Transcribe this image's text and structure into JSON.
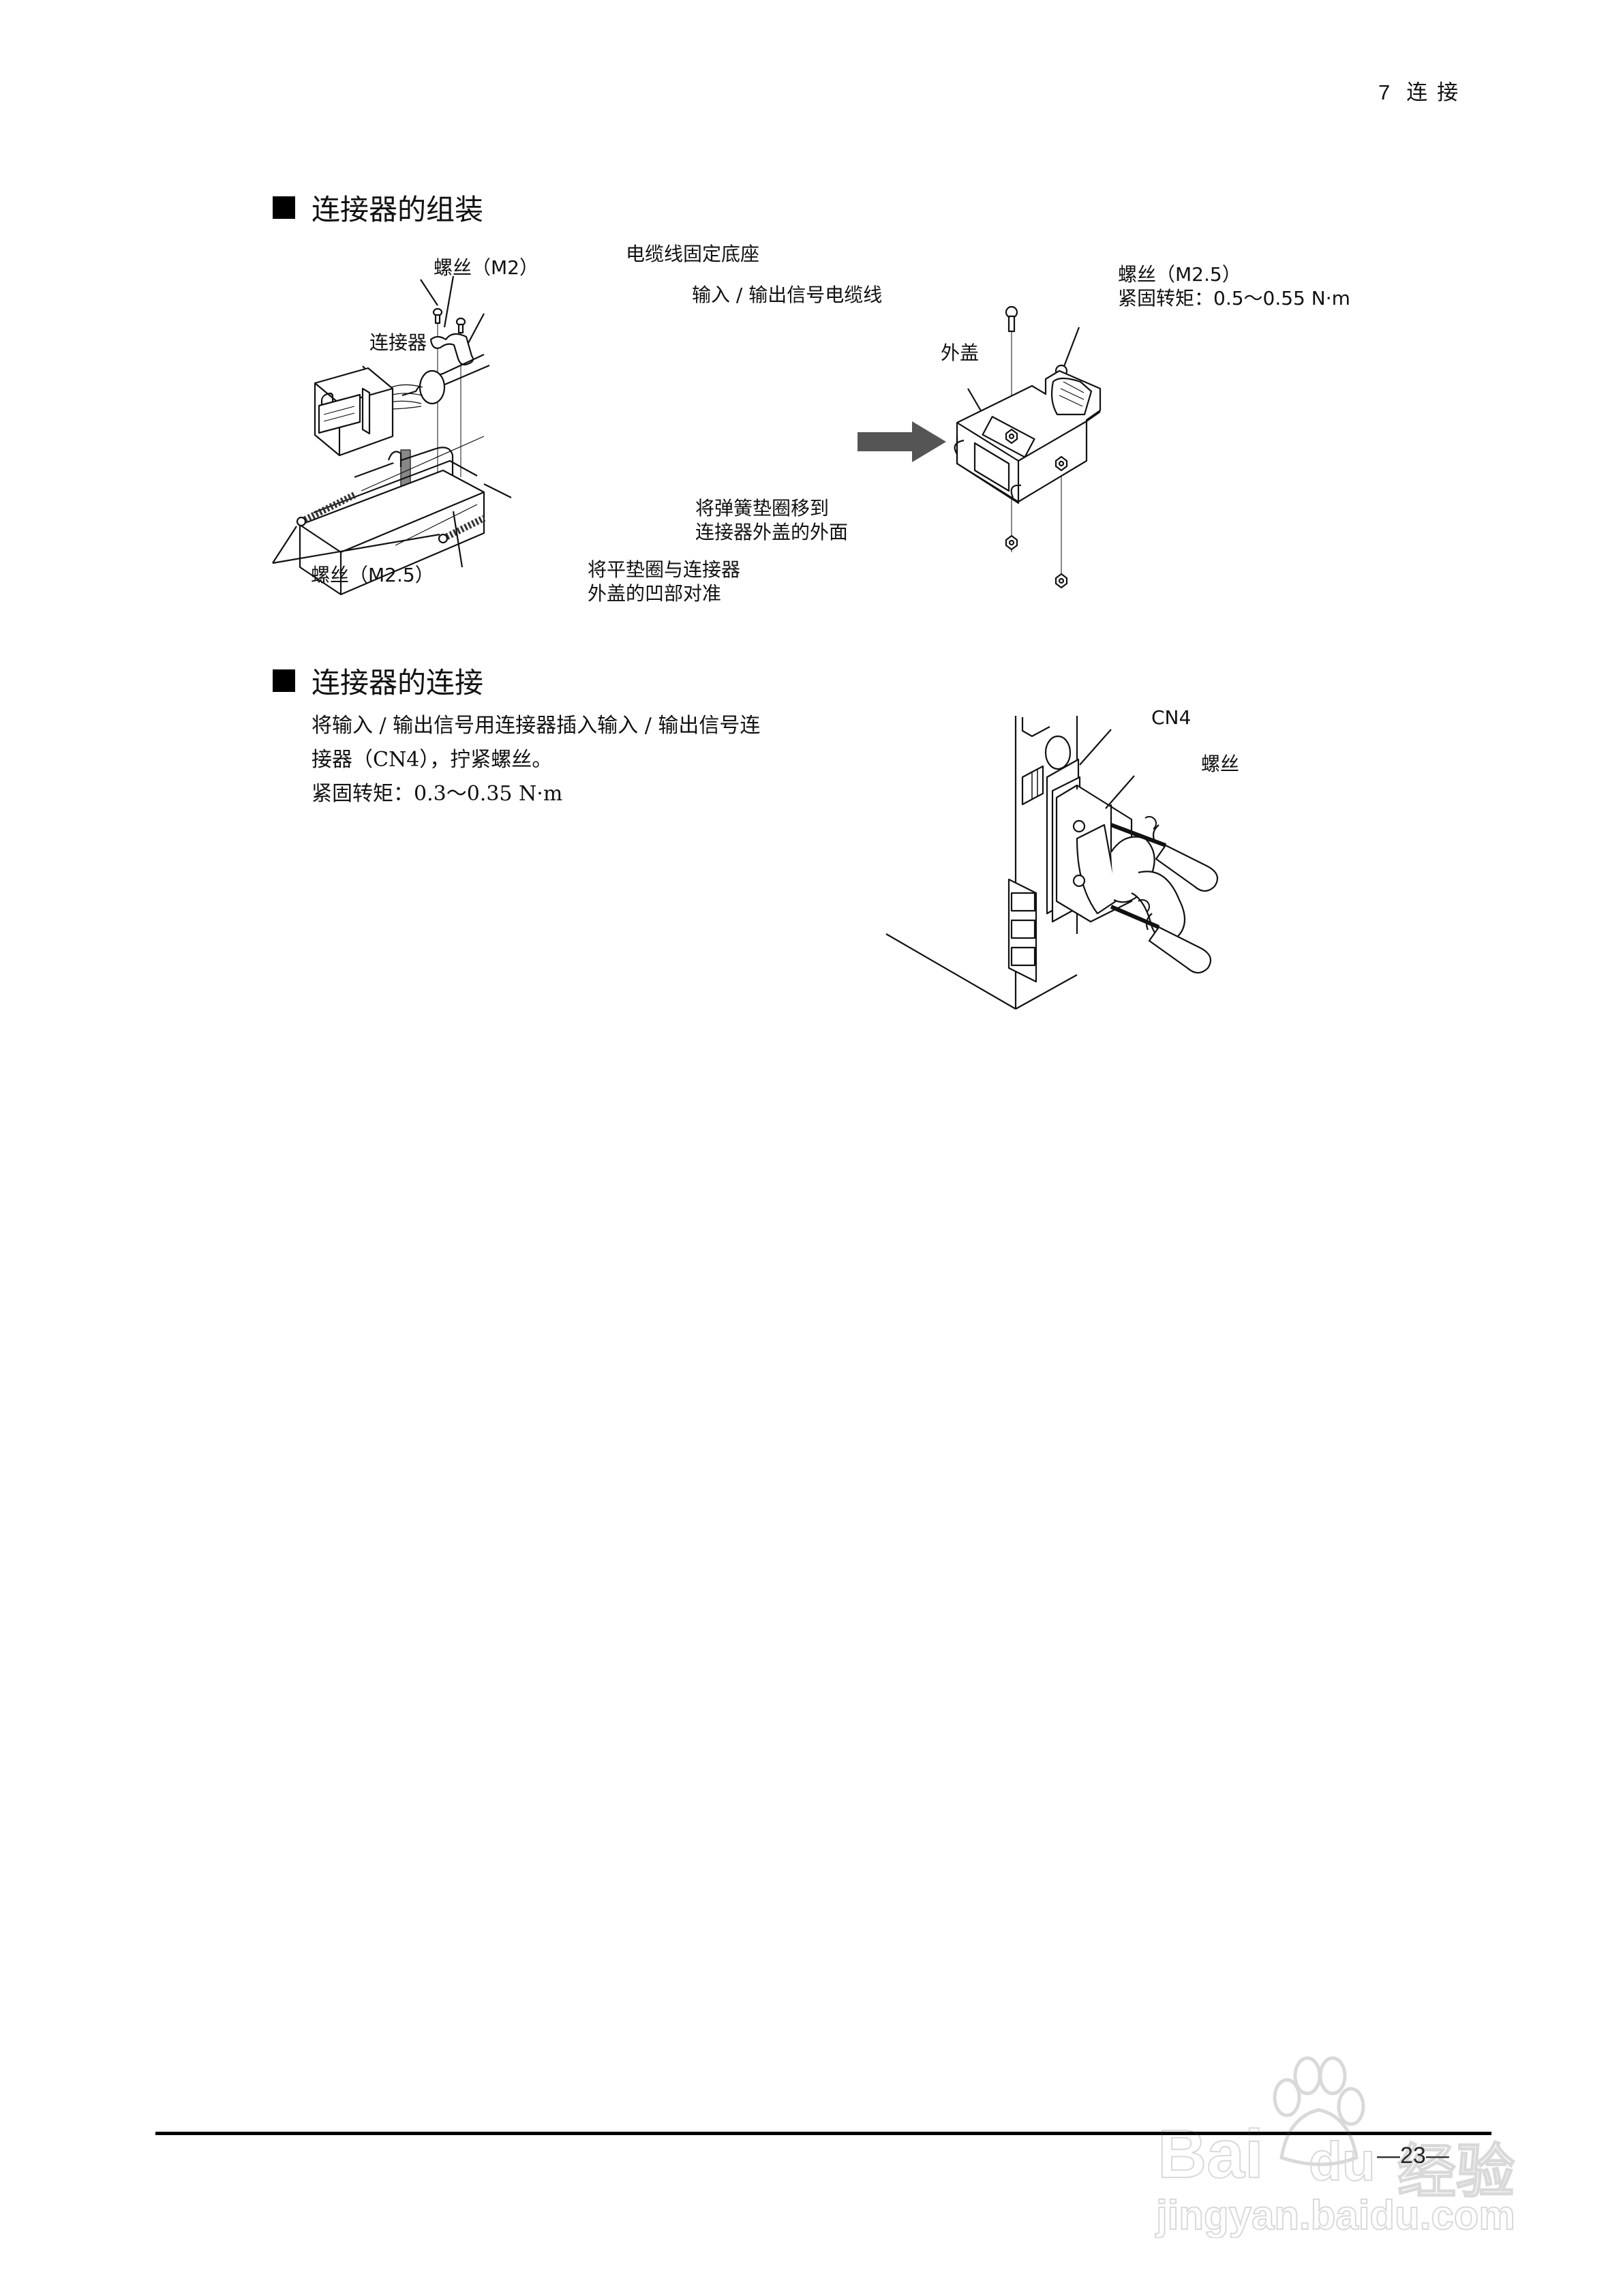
{
  "header": {
    "chapter_number": "7",
    "chapter_title": "连 接"
  },
  "section_assembly": {
    "heading": "连接器的组装",
    "labels": {
      "screw_m2": "螺丝（M2）",
      "cable_clamp": "电缆线固定底座",
      "io_cable": "输入 / 输出信号电缆线",
      "connector": "连接器",
      "spring_washer_line1": "将弹簧垫圈移到",
      "spring_washer_line2": "连接器外盖的外面",
      "screw_m25_left": "螺丝（M2.5）",
      "flat_washer_line1": "将平垫圈与连接器",
      "flat_washer_line2": "外盖的凹部对准",
      "cover": "外盖",
      "screw_m25_right": "螺丝（M2.5）",
      "torque_right": "紧固转矩：0.5～0.55 N·m"
    },
    "arrow_color": "#555555"
  },
  "section_connection": {
    "heading": "连接器的连接",
    "body_lines": [
      "将输入 / 输出信号用连接器插入输入 / 输出信号连",
      "接器（CN4），拧紧螺丝。",
      "紧固转矩：0.3～0.35 N·m"
    ],
    "labels": {
      "cn4": "CN4",
      "screw": "螺丝"
    }
  },
  "footer": {
    "page_number": "—23—"
  },
  "watermark": {
    "brand": "Bai",
    "brand_du": "du",
    "brand_cn": "经验",
    "url": "jingyan.baidu.com"
  }
}
